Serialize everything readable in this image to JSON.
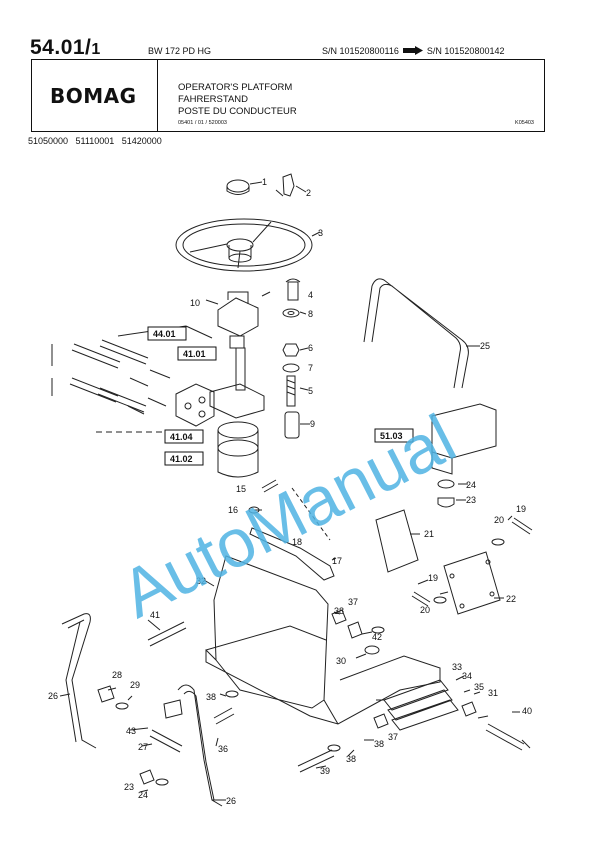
{
  "header": {
    "page_number": "54.01/",
    "page_sub": "1",
    "model": "BW 172 PD HG",
    "serial_from": "S/N 101520800116",
    "serial_to": "S/N 101520800142"
  },
  "title_block": {
    "brand": "BOMAG",
    "title_en": "OPERATOR'S PLATFORM",
    "title_de": "FAHRERSTAND",
    "title_fr": "POSTE DU CONDUCTEUR",
    "doc_ref": "05401 / 01 / 520003",
    "drawing_no": "K05403"
  },
  "part_codes": "51050000  51110001  51420000",
  "watermark": "AutoManual",
  "references": [
    "44.01",
    "41.01",
    "41.04",
    "41.02",
    "51.03"
  ],
  "callouts": [
    "1",
    "2",
    "3",
    "4",
    "5",
    "6",
    "7",
    "8",
    "9",
    "10",
    "15",
    "16",
    "17",
    "18",
    "19",
    "19",
    "20",
    "20",
    "21",
    "22",
    "23",
    "23",
    "24",
    "24",
    "25",
    "26",
    "26",
    "27",
    "28",
    "29",
    "30",
    "31",
    "32",
    "33",
    "34",
    "35",
    "36",
    "37",
    "37",
    "38",
    "38",
    "38",
    "38",
    "39",
    "40",
    "41",
    "42",
    "43"
  ]
}
